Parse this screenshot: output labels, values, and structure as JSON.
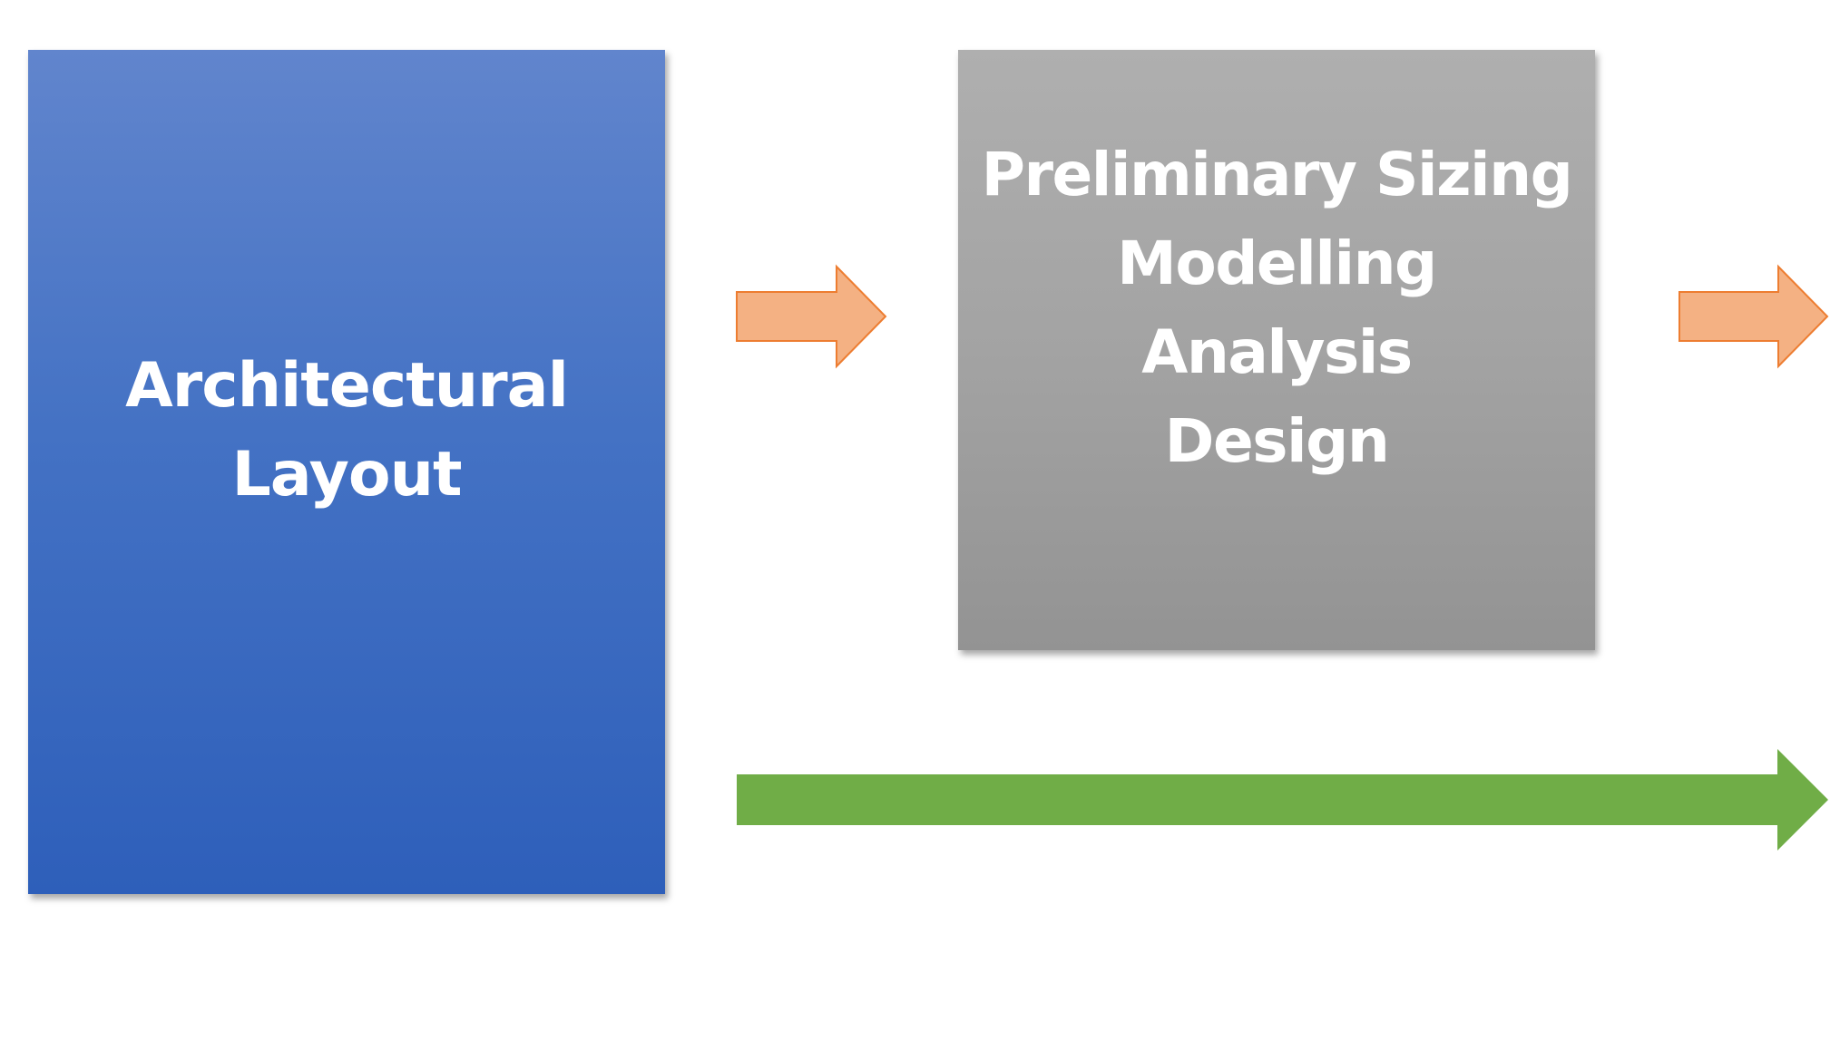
{
  "diagram": {
    "boxes": [
      {
        "id": "architectural",
        "lines": [
          "Architectural",
          "Layout"
        ]
      },
      {
        "id": "design-stages",
        "lines": [
          "Preliminary Sizing",
          "Modelling",
          "Analysis",
          "Design"
        ]
      }
    ],
    "colors": {
      "blue_box": "#4472C4",
      "gray_box": "#A5A5A5",
      "orange_arrow": "#F4B183",
      "orange_arrow_border": "#ED7D31",
      "green_arrow": "#70AD47"
    }
  }
}
